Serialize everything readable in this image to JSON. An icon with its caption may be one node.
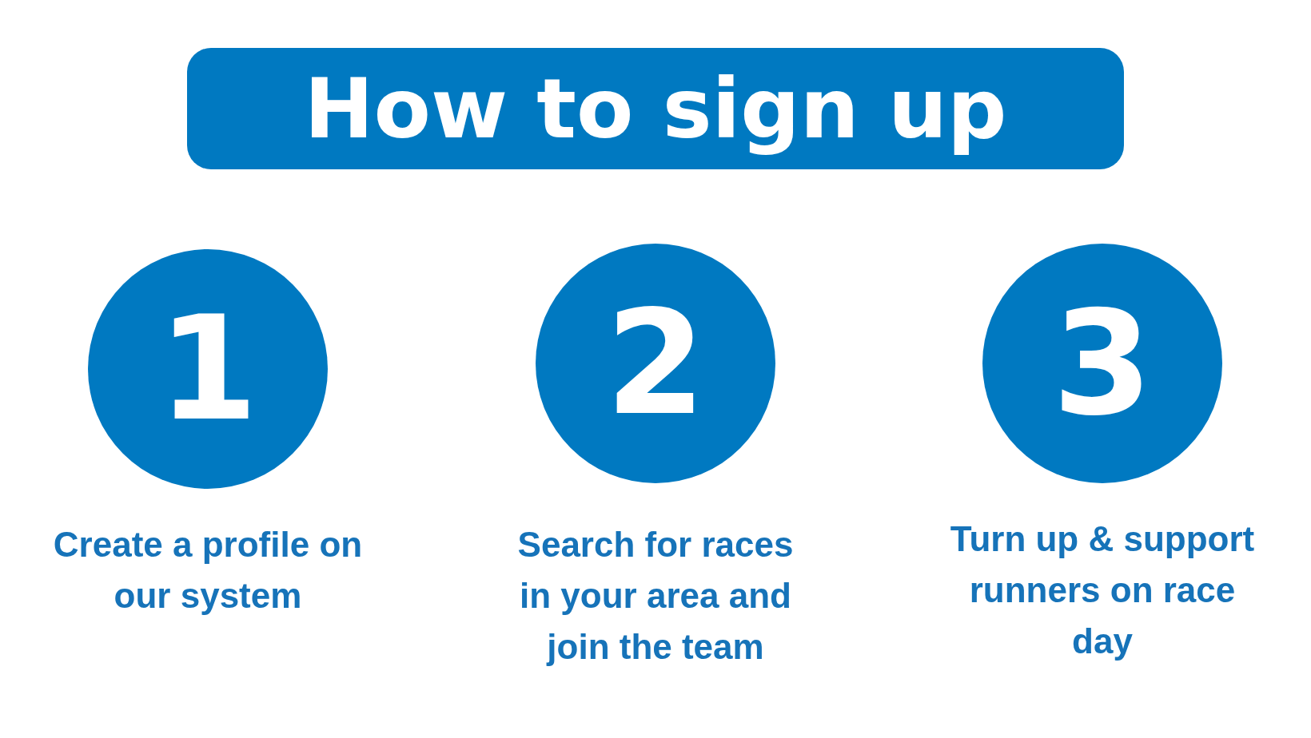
{
  "diagram": {
    "title": "How to sign up",
    "nodes": [
      {
        "text": [
          "1"
        ],
        "beside": [
          "Create a profile on our system"
        ]
      },
      {
        "text": [
          "2"
        ],
        "beside": [
          "Search for races in your area and join the team"
        ]
      },
      {
        "text": [
          "3"
        ],
        "beside": [
          "Turn up & support runners on race day"
        ]
      }
    ]
  }
}
